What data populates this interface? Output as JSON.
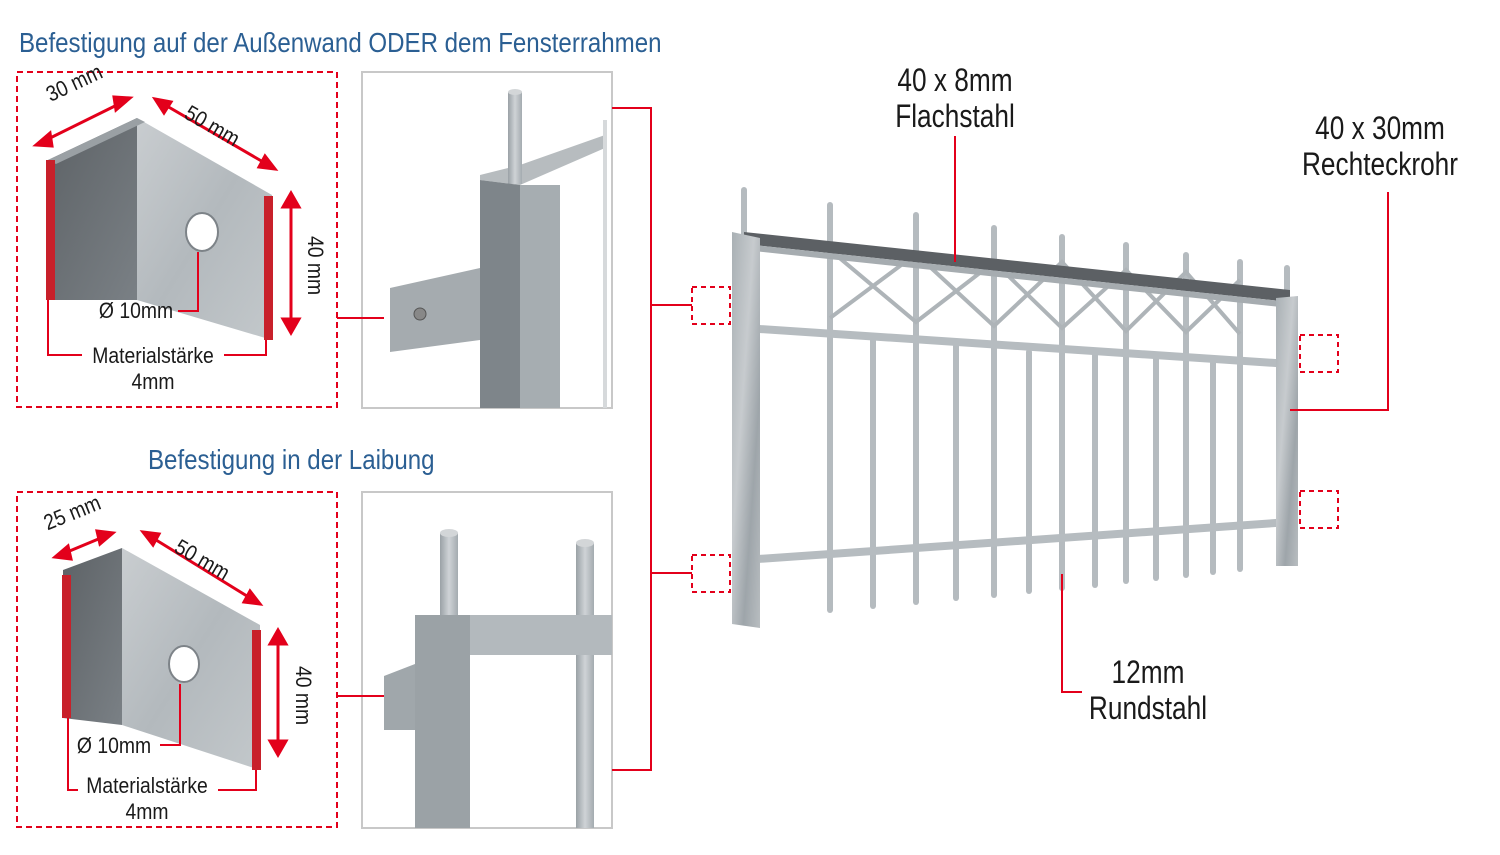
{
  "sections": {
    "wall": {
      "title": "Befestigung auf der Außenwand ODER dem Fensterrahmen",
      "dim_width": "30 mm",
      "dim_length": "50 mm",
      "dim_height": "40 mm",
      "hole": "Ø 10mm",
      "material_label": "Materialstärke",
      "material_value": "4mm"
    },
    "reveal": {
      "title": "Befestigung in der Laibung",
      "dim_width": "25 mm",
      "dim_length": "50 mm",
      "dim_height": "40 mm",
      "hole": "Ø 10mm",
      "material_label": "Materialstärke",
      "material_value": "4mm"
    }
  },
  "specs": {
    "flat_steel": {
      "line1": "40 x 8mm",
      "line2": "Flachstahl"
    },
    "rect_tube": {
      "line1": "40 x 30mm",
      "line2": "Rechteckrohr"
    },
    "round_steel": {
      "line1": "12mm",
      "line2": "Rundstahl"
    }
  },
  "colors": {
    "accent_red": "#e3001b",
    "title_blue": "#2b5f93",
    "steel": "#b9bfc3",
    "steel_dark": "#8d9499"
  }
}
